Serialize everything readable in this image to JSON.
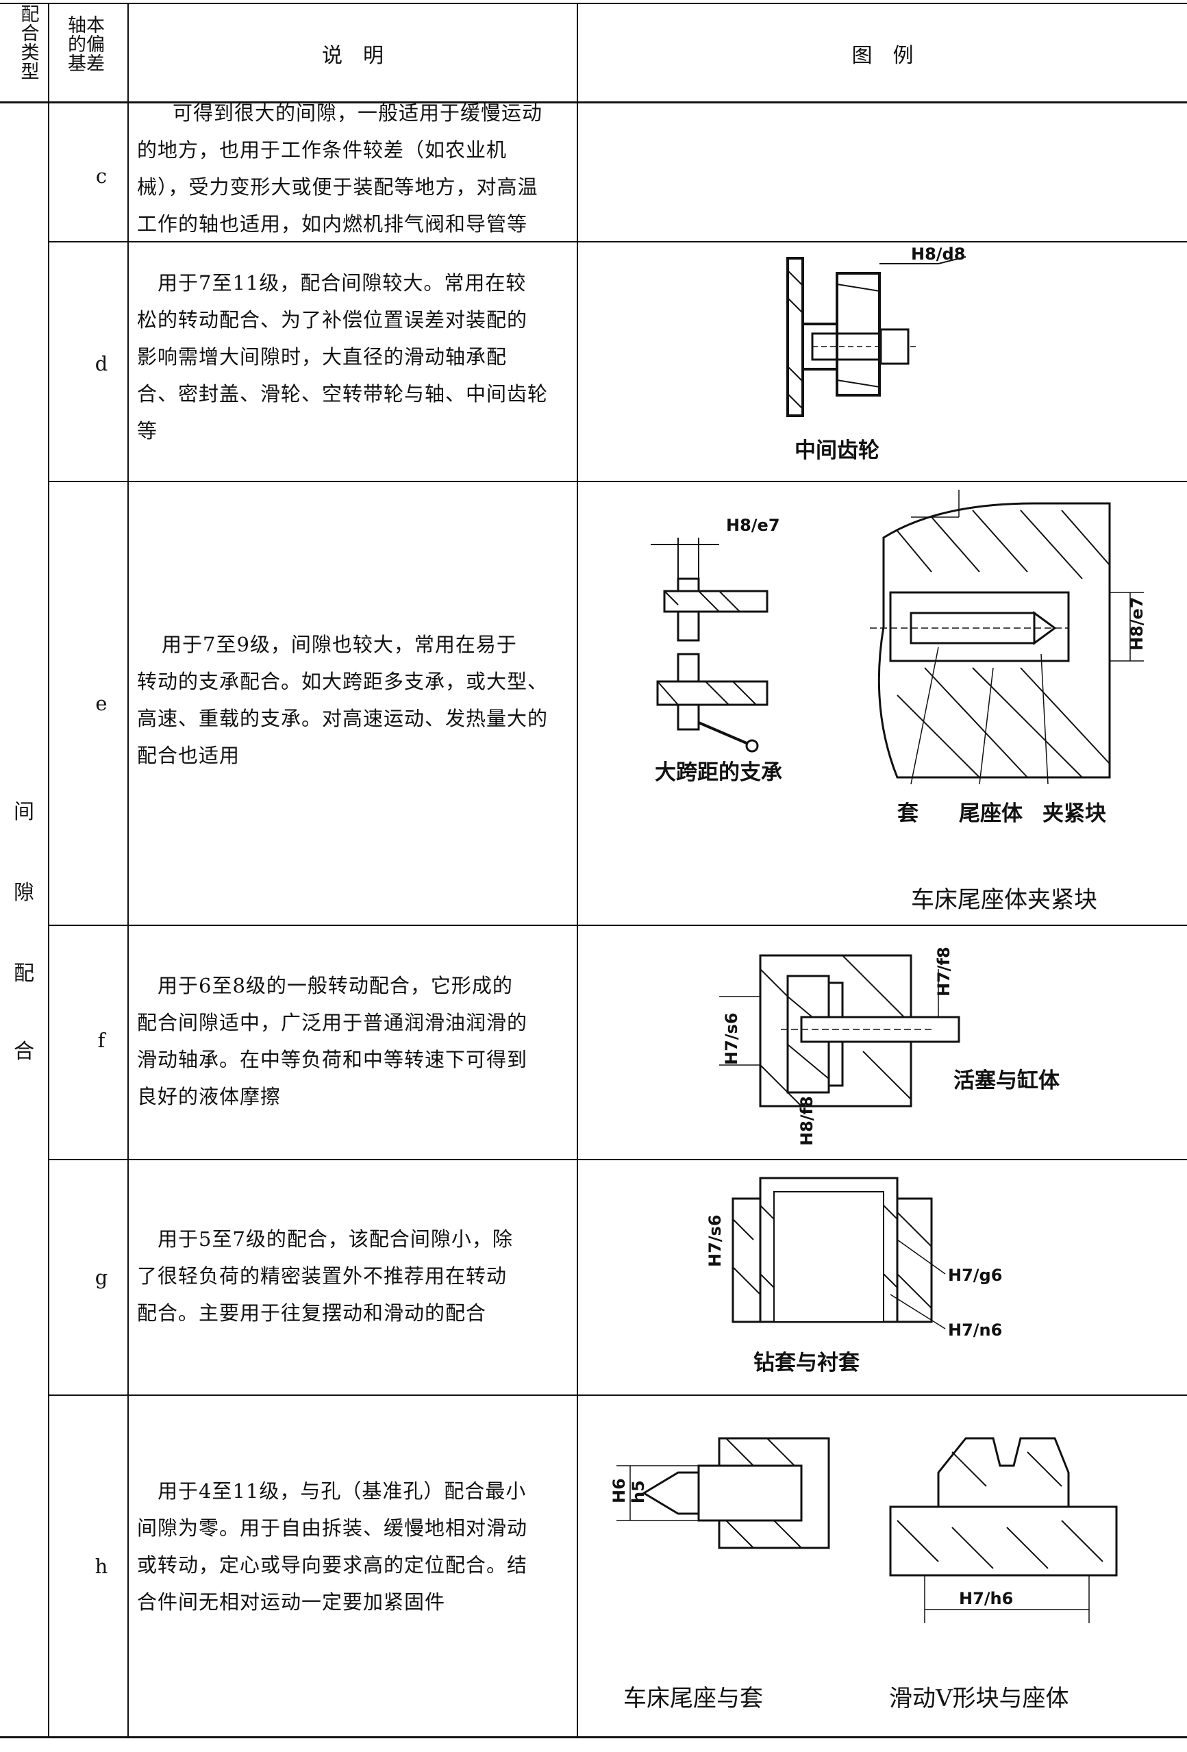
{
  "header": {
    "col1": "配合类型",
    "col2": "轴本的偏基差",
    "col3": "说　明",
    "col4": "图　例"
  },
  "group_label": [
    "间",
    "隙",
    "配",
    "合"
  ],
  "rows": [
    {
      "deviation": "c",
      "lines": [
        "可得到很大的间隙，一般适用于缓慢运动",
        "的地方，也用于工作条件较差（如农业机",
        "械），受力变形大或便于装配等地方，对高温",
        "工作的轴也适用，如内燃机排气阀和导管等"
      ]
    },
    {
      "deviation": "d",
      "lines": [
        "用于7至11级，配合间隙较大。常用在较",
        "松的转动配合、为了补偿位置误差对装配的",
        "影响需增大间隙时，大直径的滑动轴承配",
        "合、密封盖、滑轮、空转带轮与轴、中间齿轮",
        "等"
      ],
      "fig_labels": [
        "H8/d8"
      ],
      "captions": [
        "中间齿轮"
      ]
    },
    {
      "deviation": "e",
      "lines": [
        "用于7至9级，间隙也较大，常用在易于",
        "转动的支承配合。如大跨距多支承，或大型、",
        "高速、重载的支承。对高速运动、发热量大的",
        "配合也适用"
      ],
      "fig_labels": [
        "H8/e7",
        "H8/e7"
      ],
      "captions": [
        "大跨距的支承",
        "套",
        "尾座体",
        "夹紧块",
        "车床尾座体夹紧块"
      ]
    },
    {
      "deviation": "f",
      "lines": [
        "用于6至8级的一般转动配合，它形成的",
        "配合间隙适中，广泛用于普通润滑油润滑的",
        "滑动轴承。在中等负荷和中等转速下可得到",
        "良好的液体摩擦"
      ],
      "fig_labels": [
        "H7/s6",
        "H7/f8",
        "H8/f8"
      ],
      "captions": [
        "活塞与缸体"
      ]
    },
    {
      "deviation": "g",
      "lines": [
        "用于5至7级的配合，该配合间隙小，除",
        "了很轻负荷的精密装置外不推荐用在转动",
        "配合。主要用于往复摆动和滑动的配合"
      ],
      "fig_labels": [
        "H7/s6",
        "H7/g6",
        "H7/n6"
      ],
      "captions": [
        "钻套与衬套"
      ]
    },
    {
      "deviation": "h",
      "lines": [
        "用于4至11级，与孔（基准孔）配合最小",
        "间隙为零。用于自由拆装、缓慢地相对滑动",
        "或转动，定心或导向要求高的定位配合。结",
        "合件间无相对运动一定要加紧固件"
      ],
      "fig_labels": [
        "H6",
        "h5",
        "H7/h6"
      ],
      "captions": [
        "车床尾座与套",
        "滑动V形块与座体"
      ]
    }
  ]
}
